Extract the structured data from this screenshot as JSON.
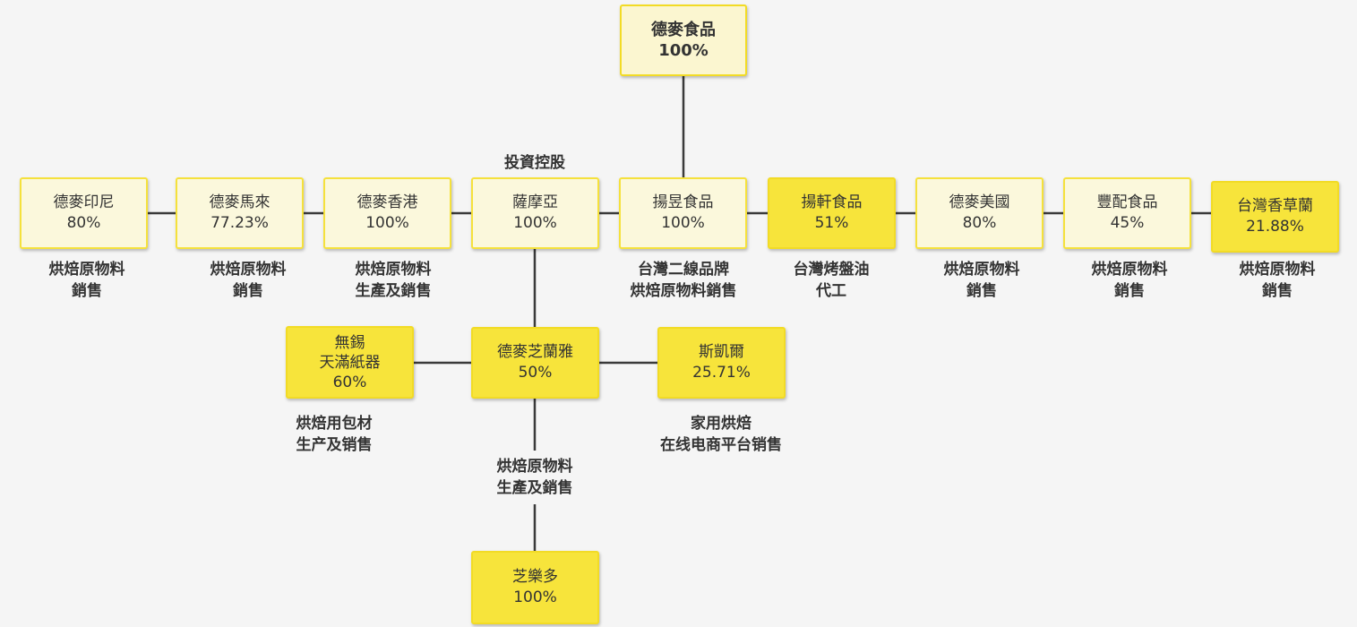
{
  "nodes": {
    "parent": {
      "name": "德麥食品",
      "pct": "100%"
    },
    "indonesia": {
      "name": "德麥印尼",
      "pct": "80%"
    },
    "malaysia": {
      "name": "德麥馬來",
      "pct": "77.23%"
    },
    "hongkong": {
      "name": "德麥香港",
      "pct": "100%"
    },
    "samoa": {
      "name": "薩摩亞",
      "pct": "100%"
    },
    "yangyu": {
      "name": "揚昱食品",
      "pct": "100%"
    },
    "yangxuan": {
      "name": "揚軒食品",
      "pct": "51%"
    },
    "usa": {
      "name": "德麥美國",
      "pct": "80%"
    },
    "fengpei": {
      "name": "豐配食品",
      "pct": "45%"
    },
    "vanilla": {
      "name": "台灣香草蘭",
      "pct": "21.88%"
    },
    "wuxi": {
      "name1": "無錫",
      "name2": "天滿紙器",
      "pct": "60%"
    },
    "zhilanya": {
      "name": "德麥芝蘭雅",
      "pct": "50%"
    },
    "sikaier": {
      "name": "斯凱爾",
      "pct": "25.71%"
    },
    "zhiledo": {
      "name": "芝樂多",
      "pct": "100%"
    }
  },
  "labels": {
    "samoa_top": "投資控股",
    "indonesia": [
      "烘焙原物料",
      "銷售"
    ],
    "malaysia": [
      "烘焙原物料",
      "銷售"
    ],
    "hongkong": [
      "烘焙原物料",
      "生產及銷售"
    ],
    "yangyu": [
      "台灣二線品牌",
      "烘焙原物料銷售"
    ],
    "yangxuan": [
      "台灣烤盤油",
      "代工"
    ],
    "usa": [
      "烘焙原物料",
      "銷售"
    ],
    "fengpei": [
      "烘焙原物料",
      "銷售"
    ],
    "vanilla": [
      "烘焙原物料",
      "銷售"
    ],
    "wuxi": [
      "烘焙用包材",
      "生产及销售"
    ],
    "sikaier": [
      "家用烘焙",
      "在线电商平台销售"
    ],
    "zhilanya": [
      "烘焙原物料",
      "生產及銷售"
    ]
  },
  "colors": {
    "box_light": "#fbf8dc",
    "box_highlight": "#f7e43b",
    "border": "#f5e13c",
    "connector": "#3a3a3a"
  }
}
